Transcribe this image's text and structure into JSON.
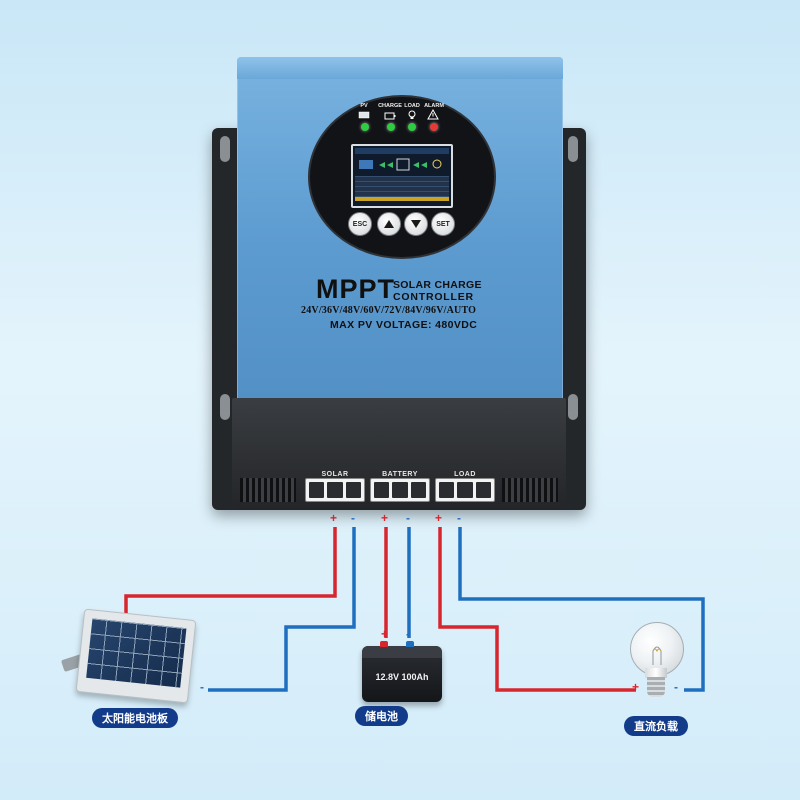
{
  "device": {
    "indicators": [
      {
        "label": "PV",
        "led_color": "#2ecc40"
      },
      {
        "label": "CHARGE",
        "led_color": "#2ecc40"
      },
      {
        "label": "LOAD",
        "led_color": "#2ecc40"
      },
      {
        "label": "ALARM",
        "led_color": "#e53935"
      }
    ],
    "buttons": {
      "esc": "ESC",
      "set": "SET"
    },
    "title_large": "MPPT",
    "title_line1": "SOLAR CHARGE",
    "title_line2": "CONTROLLER",
    "voltages": "24V/36V/48V/60V/72V/84V/96V/AUTO",
    "max_pv": "MAX PV VOLTAGE: 480VDC",
    "terminals": [
      "SOLAR",
      "BATTERY",
      "LOAD"
    ]
  },
  "polarity": {
    "plus": "+",
    "minus": "-"
  },
  "battery": {
    "text": "12.8V 100Ah"
  },
  "labels": {
    "solar_panel": "太阳能电池板",
    "battery": "储电池",
    "dc_load": "直流负载"
  },
  "colors": {
    "positive_wire": "#d7262e",
    "negative_wire": "#1f6fc0",
    "label_bg": "#123b8a",
    "cover_blue": "#5c9bd0"
  }
}
